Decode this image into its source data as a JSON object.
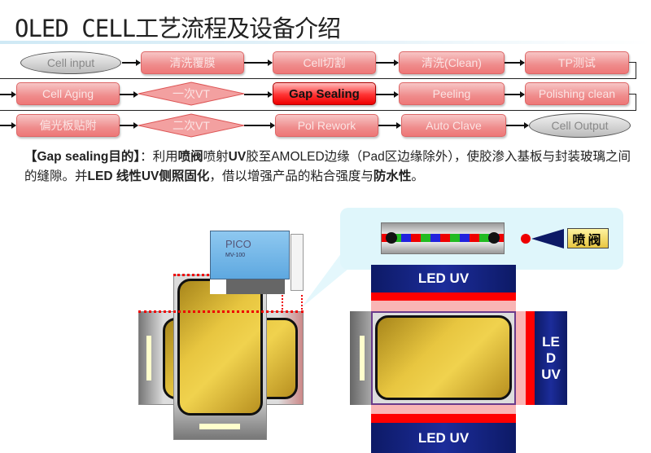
{
  "title": "OLED CELL工艺流程及设备介绍",
  "flow": {
    "row1": [
      "Cell input",
      "清洗覆膜",
      "Cell切割",
      "清洗(Clean)",
      "TP测试"
    ],
    "row2": [
      "Cell Aging",
      "一次VT",
      "Gap Sealing",
      "Peeling",
      "Polishing clean"
    ],
    "row3": [
      "偏光板贴附",
      "二次VT",
      "Pol Rework",
      "Auto Clave",
      "Cell Output"
    ],
    "active_step": "Gap Sealing"
  },
  "description": {
    "p1": "【Gap sealing目的】",
    "p2": "：利用",
    "p3": "喷阀",
    "p4": "喷射",
    "p5": "UV",
    "p6": "胶至AMOLED边缘（Pad区边缘除外），使胶渗入基板与封装玻璃之间的缝隙。并",
    "p7": "LED 线性UV侧照固化",
    "p8": "，借以增强产品的粘合强度与",
    "p9": "防水性",
    "p10": "。"
  },
  "diagram": {
    "valve_label": "喷阀",
    "led_top": "LED UV",
    "led_bottom": "LED UV",
    "led_side": [
      "LE",
      "D",
      "UV"
    ],
    "dispenser_brand": "PICO",
    "dispenser_model": "MV-100"
  },
  "colors": {
    "accent": "#e00000",
    "led": "#1c2c9a",
    "panel": "#e8c640"
  }
}
